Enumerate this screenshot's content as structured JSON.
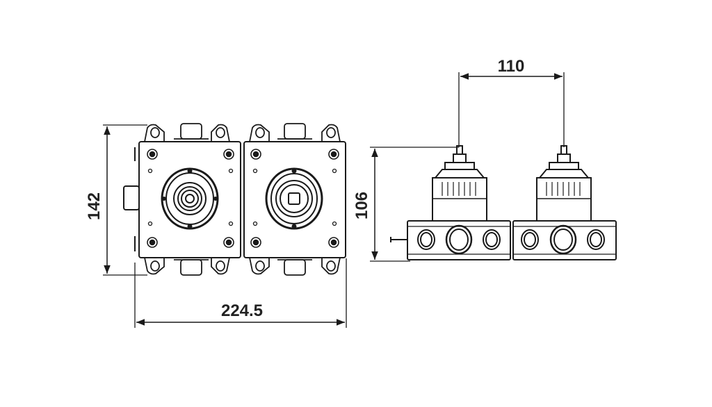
{
  "dimensions": {
    "overall_width": "224.5",
    "overall_height": "142",
    "valve_spacing": "110",
    "side_height": "106"
  },
  "colors": {
    "line": "#1a1a1a",
    "dimension_text": "#222222",
    "background": "#ffffff"
  }
}
